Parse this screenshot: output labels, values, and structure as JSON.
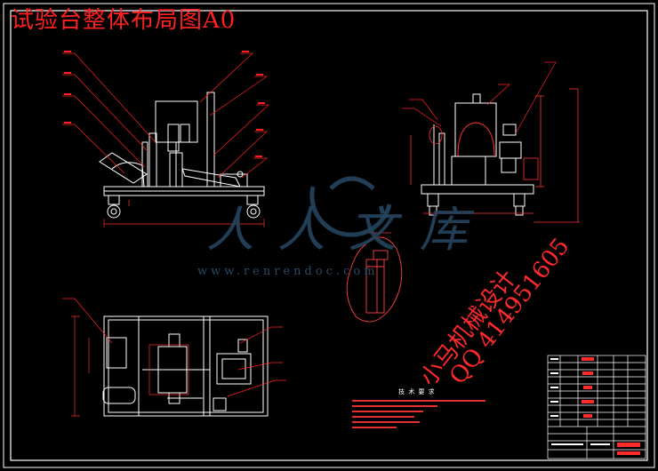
{
  "drawing": {
    "title": "试验台整体布局图A0",
    "watermark_brand": "人人文库",
    "watermark_url": "www.renrendoc.com",
    "promo_line1": "小马机械设计",
    "promo_line2": "QQ 414951605",
    "tech_requirements_title": "技 术 要 求"
  },
  "colors": {
    "frame": "#ffffff",
    "leader": "#ff2020",
    "part_line": "#ffffff",
    "dimension": "#ff3030",
    "callout_line": "#ff2a2a",
    "watermark": "#254560",
    "table_accent": "#ff2a2a",
    "detail_section": "#ff4040"
  },
  "icons": [
    "watermark-logo-icon"
  ]
}
